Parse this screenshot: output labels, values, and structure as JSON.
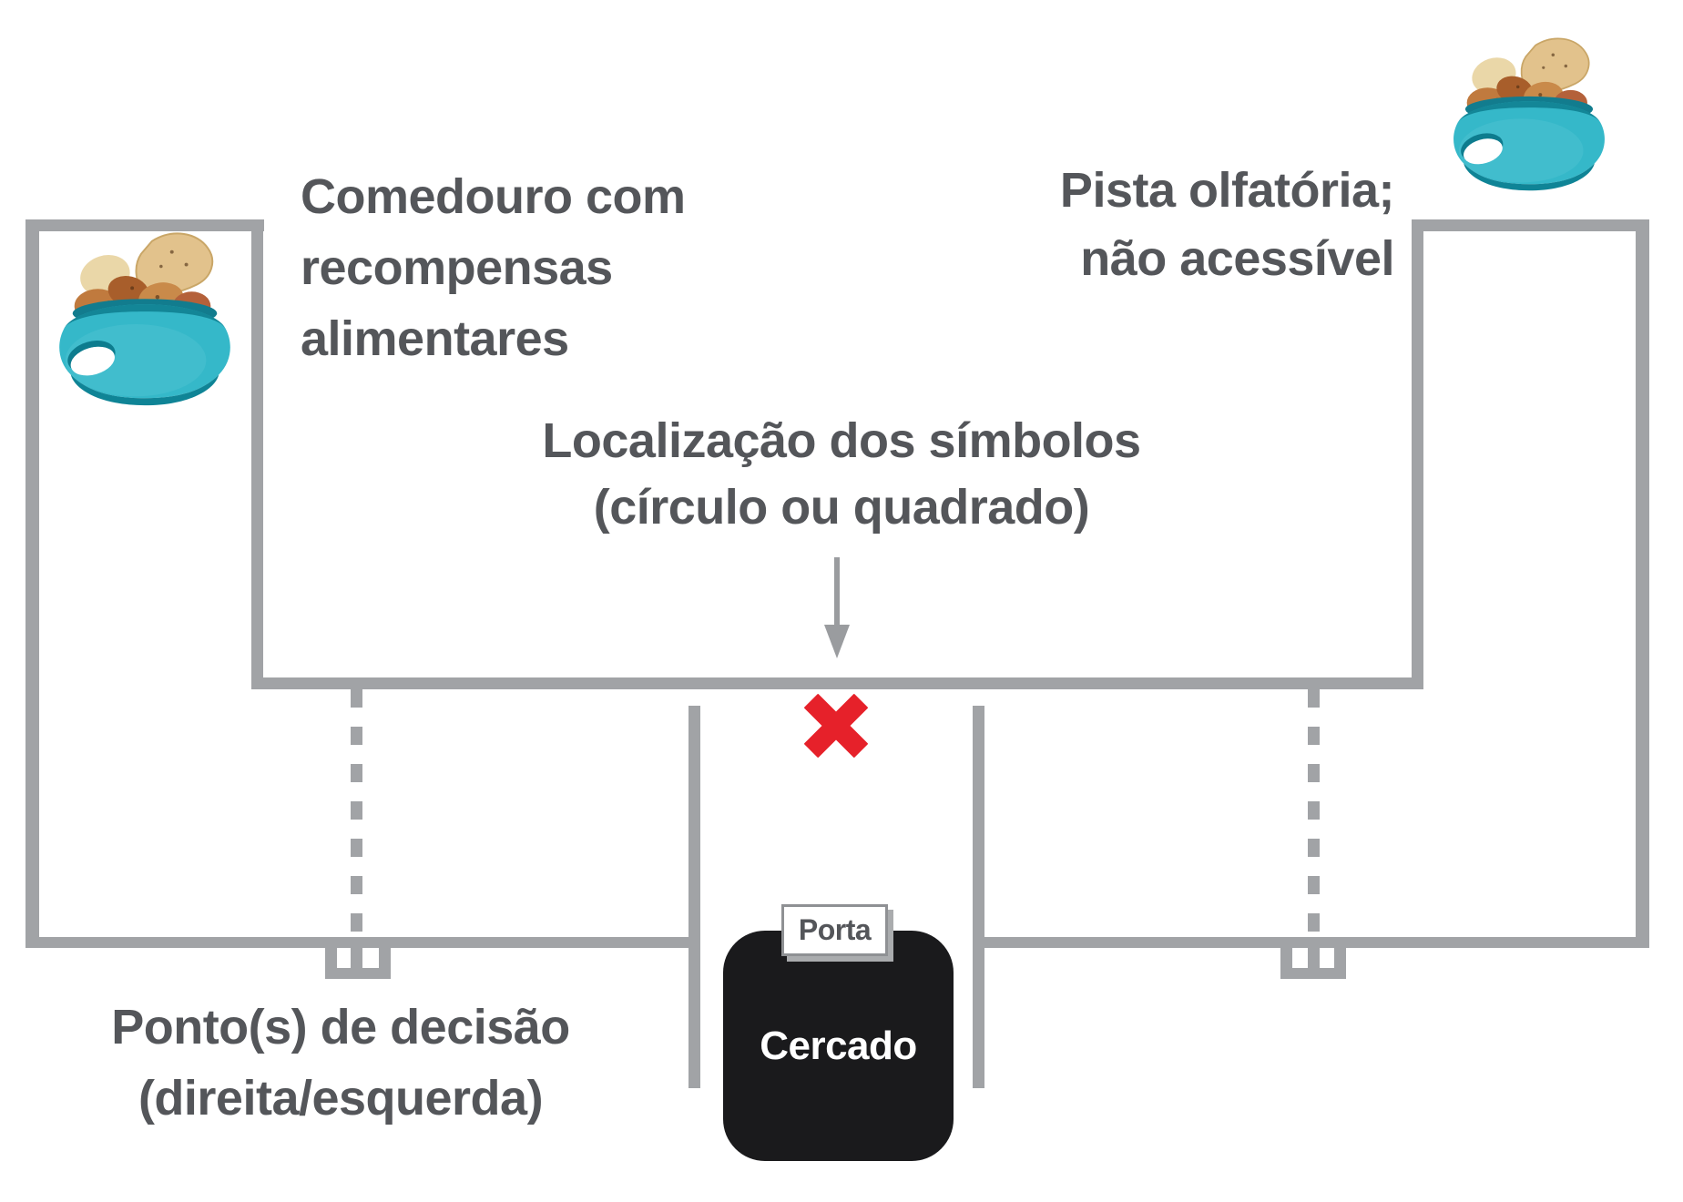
{
  "labels": {
    "feeder": {
      "lines": [
        "Comedouro com",
        "recompensas",
        "alimentares"
      ]
    },
    "olfactory": {
      "lines": [
        "Pista olfatória;",
        "não acessível"
      ]
    },
    "symbols": {
      "lines": [
        "Localização dos símbolos",
        "(círculo ou quadrado)"
      ]
    },
    "decision": {
      "lines": [
        "Ponto(s) de decisão",
        "(direita/esquerda)"
      ]
    },
    "door": "Porta",
    "enclosure": "Cercado"
  },
  "icons": {
    "left_bowl": "food-bowl-with-treats",
    "right_bowl": "food-bowl-with-treats",
    "marker": "red-x",
    "pointer": "down-arrow"
  },
  "colors": {
    "wall": "#a1a3a6",
    "label_text": "#54565a",
    "red_x": "#e6212a",
    "arrow": "#9a9c9f",
    "enclosure_bg": "#1a1a1c",
    "enclosure_text": "#ffffff",
    "door_bg": "#ffffff",
    "door_border": "#8f9194",
    "bowl_teal": "#35b8c9",
    "treat_tan": "#e2c28c"
  }
}
